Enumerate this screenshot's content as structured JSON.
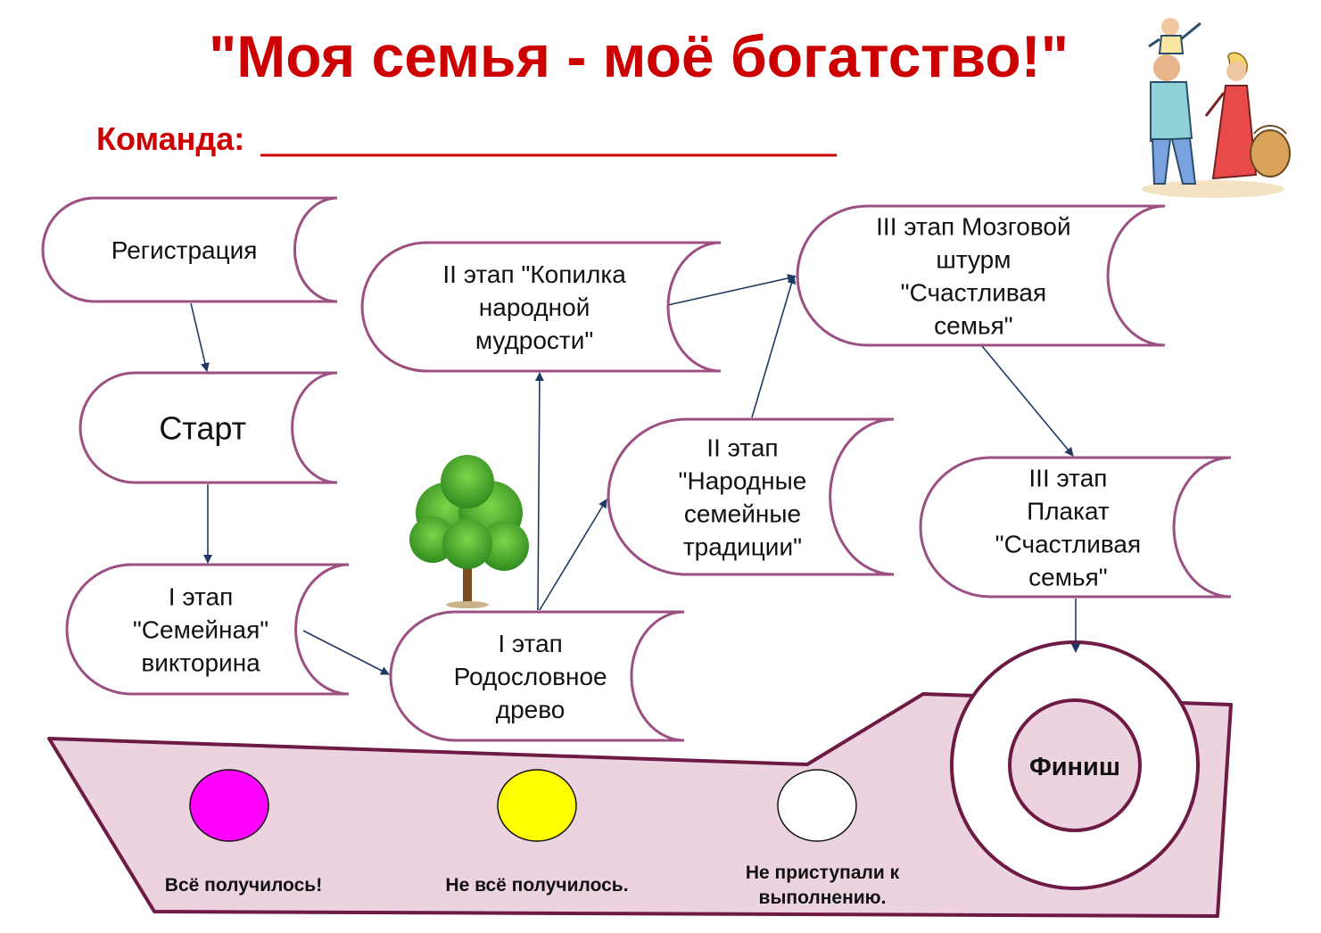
{
  "header": {
    "title": "\"Моя семья - моё богатство!\"",
    "team_label": "Команда:"
  },
  "nodes": [
    {
      "id": "registration",
      "lines": [
        "Регистрация"
      ]
    },
    {
      "id": "start",
      "lines": [
        "Старт"
      ]
    },
    {
      "id": "stage1-quiz",
      "lines": [
        "I этап",
        "\"Семейная\"",
        "викторина"
      ]
    },
    {
      "id": "stage1-tree",
      "lines": [
        "I этап",
        "Родословное",
        "древо"
      ]
    },
    {
      "id": "stage2-wisdom",
      "lines": [
        "II этап \"Копилка",
        "народной",
        "мудрости\""
      ]
    },
    {
      "id": "stage2-traditions",
      "lines": [
        "II этап",
        "\"Народные",
        "семейные",
        "традиции\""
      ]
    },
    {
      "id": "stage3-brainstorm",
      "lines": [
        "III этап Мозговой",
        "штурм",
        "\"Счастливая",
        "семья\""
      ]
    },
    {
      "id": "stage3-poster",
      "lines": [
        "III этап",
        "Плакат",
        "\"Счастливая",
        "семья\""
      ]
    },
    {
      "id": "finish",
      "lines": [
        "Финиш"
      ]
    }
  ],
  "edges": [
    {
      "from": "registration",
      "to": "start"
    },
    {
      "from": "start",
      "to": "stage1-quiz"
    },
    {
      "from": "stage1-quiz",
      "to": "stage1-tree"
    },
    {
      "from": "stage1-tree",
      "to": "stage2-wisdom"
    },
    {
      "from": "stage1-tree",
      "to": "stage2-traditions"
    },
    {
      "from": "stage2-wisdom",
      "to": "stage3-brainstorm"
    },
    {
      "from": "stage2-traditions",
      "to": "stage3-brainstorm"
    },
    {
      "from": "stage3-brainstorm",
      "to": "stage3-poster"
    },
    {
      "from": "stage3-poster",
      "to": "finish"
    }
  ],
  "legend": {
    "items": [
      {
        "color": "#ff00ff",
        "label": [
          "Всё получилось!"
        ]
      },
      {
        "color": "#ffff00",
        "label": [
          "Не всё получилось."
        ]
      },
      {
        "color": "#ffffff",
        "label": [
          "Не приступали к",
          "выполнению."
        ]
      }
    ]
  },
  "colors": {
    "title": "#cc0000",
    "shape_stroke": "#9b4f82",
    "ship_fill": "#ecd3df",
    "arrow": "#1f3864"
  },
  "icons": [
    "family-illustration",
    "tree-illustration"
  ]
}
